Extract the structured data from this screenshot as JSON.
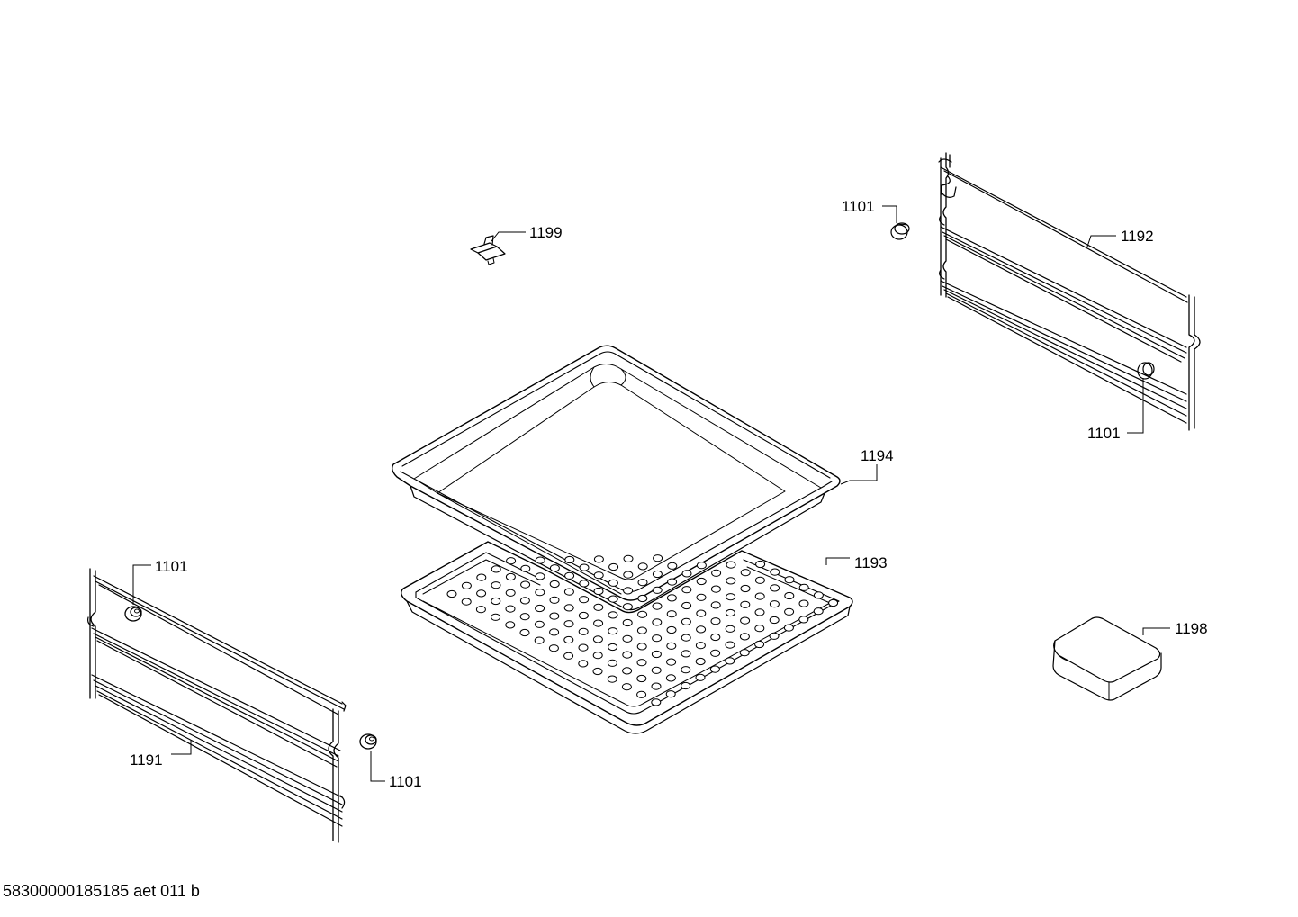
{
  "labels": {
    "clip": "1199",
    "bung_top": "1101",
    "rail_right": "1192",
    "bung_right": "1101",
    "tray": "1194",
    "grid_tray": "1193",
    "bung_left_top": "1101",
    "sponge": "1198",
    "rail_left": "1191",
    "bung_left_bottom": "1101"
  },
  "footer": "58300000185185 aet 011 b"
}
